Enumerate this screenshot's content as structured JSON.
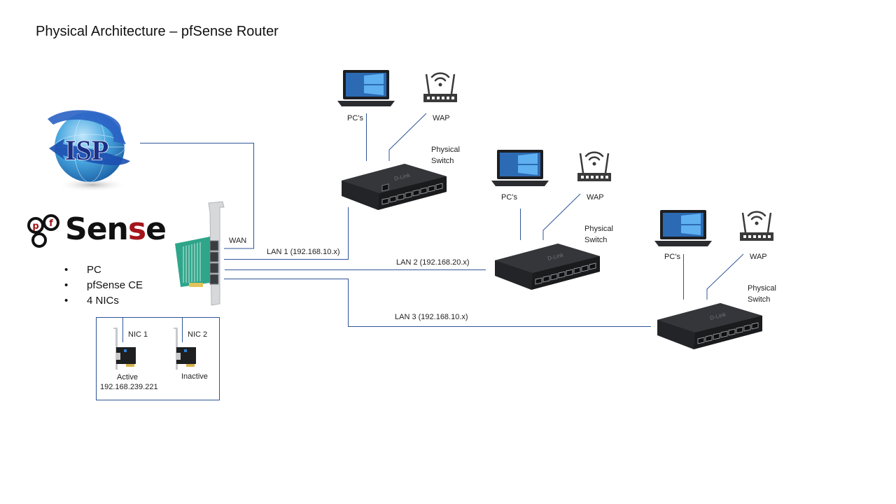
{
  "title": "Physical Architecture – pfSense Router",
  "colors": {
    "link_line": "#2f5597",
    "pfsense_red": "#a4151b",
    "isp_blue": "#1f6fbf"
  },
  "isp": {
    "label": "ISP",
    "icon": "globe-icon"
  },
  "pfsense": {
    "logo_prefix": "pf",
    "logo_main": "Sen",
    "logo_red": "s",
    "logo_end": "e",
    "bullets": [
      "PC",
      "pfSense CE",
      "4 NICs"
    ]
  },
  "router_nic": {
    "icon": "quad-port-nic-card-icon"
  },
  "links": {
    "wan": "WAN",
    "lan1": "LAN  1 (192.168.10.x)",
    "lan2": "LAN  2 (192.168.20.x)",
    "lan3": "LAN  3 (192.168.10.x)"
  },
  "nics": [
    {
      "name": "NIC 1",
      "status": "Active",
      "ip": "192.168.239.221"
    },
    {
      "name": "NIC 2",
      "status": "Inactive",
      "ip": ""
    }
  ],
  "segments": [
    {
      "pc_label": "PC’s",
      "wap_label": "WAP",
      "switch_label_1": "Physical",
      "switch_label_2": "Switch",
      "switch_brand": "D-Link"
    },
    {
      "pc_label": "PC’s",
      "wap_label": "WAP",
      "switch_label_1": "Physical",
      "switch_label_2": "Switch",
      "switch_brand": "D-Link"
    },
    {
      "pc_label": "PC’s",
      "wap_label": "WAP",
      "switch_label_1": "Physical",
      "switch_label_2": "Switch",
      "switch_brand": "D-Link"
    }
  ]
}
